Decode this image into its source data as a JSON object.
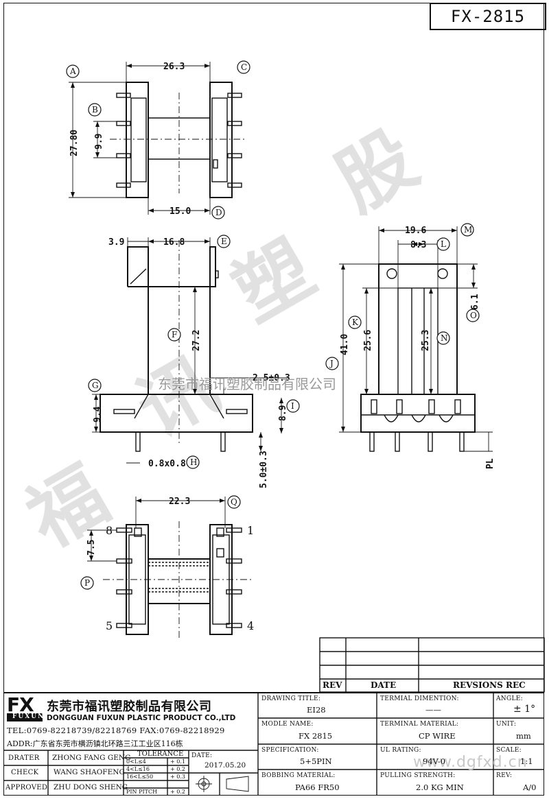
{
  "part_number": "FX-2815",
  "views": {
    "top": {
      "dims": {
        "width": "26.3",
        "height": "27.80",
        "pitch": "9.9",
        "bottom": "15.0"
      },
      "bubbles": {
        "a": "A",
        "b": "B",
        "c": "C",
        "d": "D"
      }
    },
    "front": {
      "dims": {
        "flange": "3.9",
        "width": "16.8",
        "height": "27.2",
        "wall": "2.5±0.3",
        "base": "9.4",
        "base2": "8.9",
        "pin": "0.8x0.8",
        "pin_len": "5.0±0.3"
      },
      "bubbles": {
        "e": "E",
        "f": "F",
        "g": "G",
        "h": "H",
        "i": "I"
      }
    },
    "side": {
      "dims": {
        "width": "19.6",
        "inner": "8.3",
        "top": "6.1",
        "total": "41.0",
        "k": "25.6",
        "n": "25.3",
        "pl": "PL"
      },
      "bubbles": {
        "j": "J",
        "k": "K",
        "l": "L",
        "m": "M",
        "n": "N",
        "o": "O"
      }
    },
    "bottom": {
      "dims": {
        "width": "22.3",
        "pitch": "7.5"
      },
      "bubbles": {
        "p": "P",
        "q": "Q"
      },
      "pins": {
        "p8": "8",
        "p1": "1",
        "p5": "5",
        "p4": "4"
      }
    }
  },
  "watermark": {
    "company": "东莞市福讯塑胶制品有限公司",
    "site": "www.dgfxd.cn"
  },
  "revisions": {
    "rev": "REV",
    "date": "DATE",
    "rec": "REVSIONS REC"
  },
  "company": {
    "logo": "FX",
    "logo_sub": "FUXUN",
    "name_cn": "东莞市福讯塑胶制品有限公司",
    "name_en": "DONGGUAN FUXUN PLASTIC PRODUCT CO.,LTD",
    "tel": "TEL:0769-82218739/82218769 FAX:0769-82218929",
    "addr": "ADDR:广东省东莞市横沥镇北环路三江工业区116栋"
  },
  "signoff": {
    "drater_label": "DRATER",
    "drater": "ZHONG FANG GENG",
    "check_label": "CHECK",
    "check": "WANG SHAOFENG",
    "approved_label": "APPROVED",
    "approved": "ZHU DONG SHENG",
    "tol_label": "TOLERANCE",
    "tol1": "0<L≤4",
    "tol1v": "+ 0.1",
    "tol2": "4<L≤16",
    "tol2v": "+ 0.2",
    "tol3": "16<L≤50",
    "tol3v": "+ 0.3",
    "tol4": "PIN PITCH",
    "tol4v": "+ 0.2",
    "date_label": "DATE:",
    "date": "2017.05.20"
  },
  "fields": {
    "drawing_title_label": "DRAWING TITLE:",
    "drawing_title": "EI28",
    "model_label": "MODLE NAME:",
    "model": "FX 2815",
    "spec_label": "SPECIFICATION:",
    "spec": "5+5PIN",
    "bobbin_label": "BOBBING MATERIAL:",
    "bobbin": "PA66 FR50",
    "term_dim_label": "TERMIAL DIMENTION:",
    "term_dim": "——",
    "term_mat_label": "TERMINAL MATERIAL:",
    "term_mat": "CP WIRE",
    "ul_label": "UL RATING:",
    "ul": "94V-0",
    "pull_label": "PULLING STRENGTH:",
    "pull": "2.0 KG MIN",
    "angle_label": "ANGLE:",
    "angle": "± 1°",
    "unit_label": "UNIT:",
    "unit": "mm",
    "scale_label": "SCALE:",
    "scale": "1:1",
    "rev_label": "REV:",
    "rev": "A/0"
  }
}
